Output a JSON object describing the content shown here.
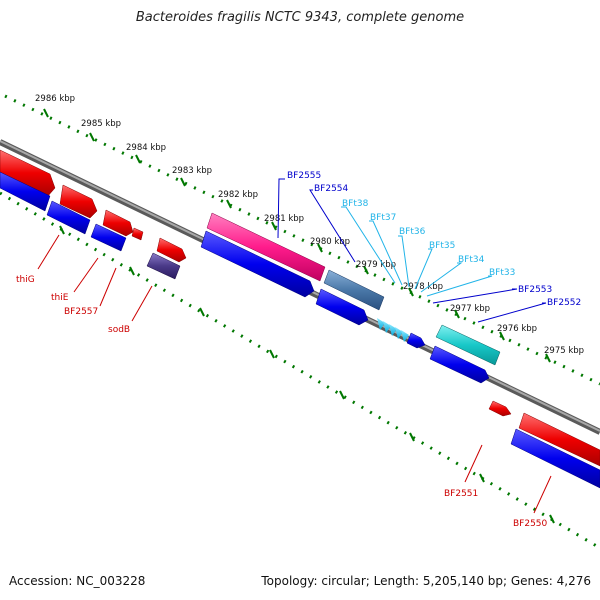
{
  "title": "Bacteroides fragilis NCTC 9343, complete genome",
  "footer": {
    "accession": "Accession: NC_003228",
    "summary": "Topology: circular; Length: 5,205,140 bp; Genes: 4,276"
  },
  "colors": {
    "backbone": "#808080",
    "forward_gene": "#ee0000",
    "reverse_gene": "#0000ee",
    "rrna_gene": "#ff1c8c",
    "trna_gene": "#00cfff",
    "misc_gene": "#4a78a8",
    "teal_gene": "#18c8c8",
    "purple_gene": "#4a3a88",
    "scale_tick": "#007700",
    "red_label": "#cc0000",
    "dark_blue_label": "#0000cc",
    "light_blue_label": "#22b4e8"
  },
  "scale_labels": [
    "2986 kbp",
    "2985 kbp",
    "2984 kbp",
    "2983 kbp",
    "2982 kbp",
    "2981 kbp",
    "2980 kbp",
    "2979 kbp",
    "2978 kbp",
    "2977 kbp",
    "2976 kbp",
    "2975 kbp"
  ],
  "gene_labels": {
    "bottom": [
      "thiG",
      "thiE",
      "BF2557",
      "sodB",
      "BF2551",
      "BF2550"
    ],
    "top_dark": [
      "BF2555",
      "BF2554",
      "BF2553",
      "BF2552"
    ],
    "top_trna": [
      "BFt38",
      "BFt37",
      "BFt36",
      "BFt35",
      "BFt34",
      "BFt33"
    ]
  }
}
